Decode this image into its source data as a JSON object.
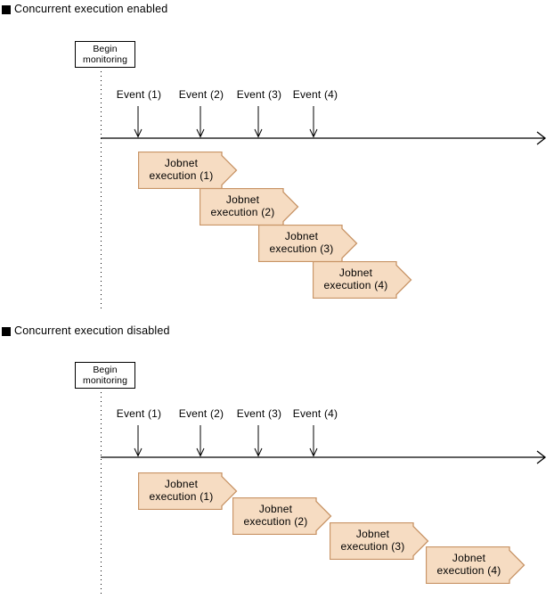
{
  "diagram": {
    "colors": {
      "background": "#FFFFFF",
      "line": "#000000",
      "jobnet_fill": "#F6DCC2",
      "jobnet_border": "#C89466"
    },
    "sections": [
      {
        "title": "Concurrent execution enabled",
        "begin": {
          "line1": "Begin",
          "line2": "monitoring"
        },
        "events": [
          "Event (1)",
          "Event (2)",
          "Event (3)",
          "Event (4)"
        ],
        "jobnets": [
          {
            "line1": "Jobnet",
            "line2": "execution (1)"
          },
          {
            "line1": "Jobnet",
            "line2": "execution (2)"
          },
          {
            "line1": "Jobnet",
            "line2": "execution (3)"
          },
          {
            "line1": "Jobnet",
            "line2": "execution (4)"
          }
        ]
      },
      {
        "title": "Concurrent execution disabled",
        "begin": {
          "line1": "Begin",
          "line2": "monitoring"
        },
        "events": [
          "Event (1)",
          "Event (2)",
          "Event (3)",
          "Event (4)"
        ],
        "jobnets": [
          {
            "line1": "Jobnet",
            "line2": "execution (1)"
          },
          {
            "line1": "Jobnet",
            "line2": "execution (2)"
          },
          {
            "line1": "Jobnet",
            "line2": "execution (3)"
          },
          {
            "line1": "Jobnet",
            "line2": "execution (4)"
          }
        ]
      }
    ]
  }
}
